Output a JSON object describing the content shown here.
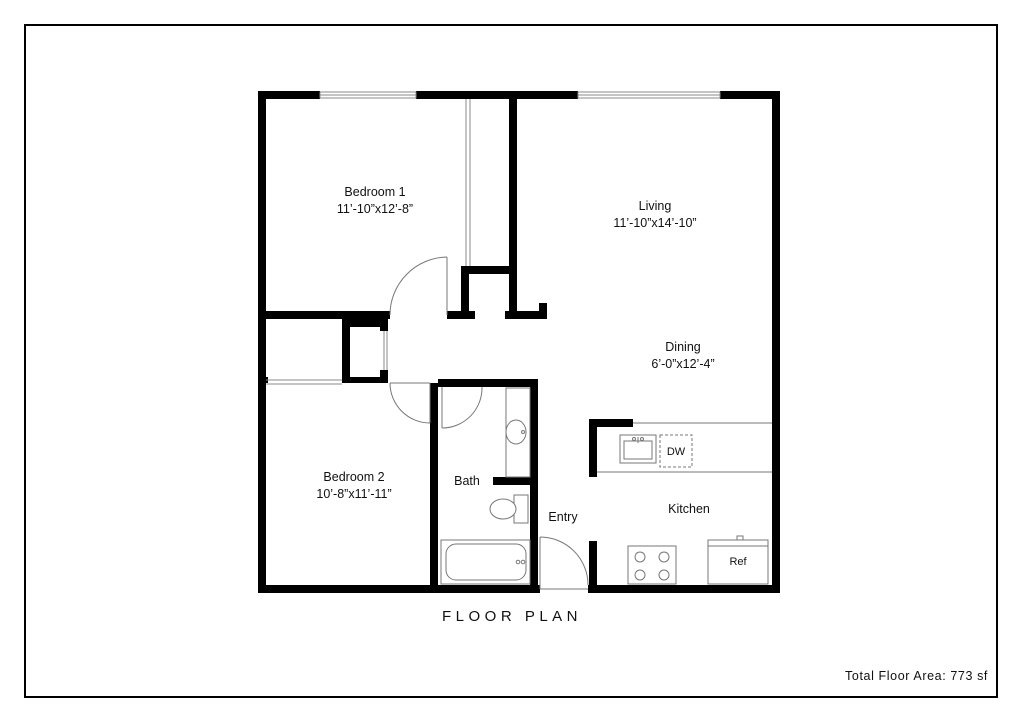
{
  "rooms": {
    "bedroom1": {
      "name": "Bedroom 1",
      "size": "11’-10”x12’-8”"
    },
    "living": {
      "name": "Living",
      "size": "11’-10”x14’-10”"
    },
    "dining": {
      "name": "Dining",
      "size": "6’-0”x12’-4”"
    },
    "bedroom2": {
      "name": "Bedroom 2",
      "size": "10’-8”x11’-11”"
    },
    "bath": {
      "name": "Bath"
    },
    "entry": {
      "name": "Entry"
    },
    "kitchen": {
      "name": "Kitchen"
    }
  },
  "fixtures": {
    "dishwasher": "DW",
    "refrigerator": "Ref"
  },
  "title": "FLOOR PLAN",
  "total_area": "Total Floor Area: 773 sf",
  "colors": {
    "wall": "#000000",
    "line": "#888888",
    "background": "#ffffff"
  }
}
